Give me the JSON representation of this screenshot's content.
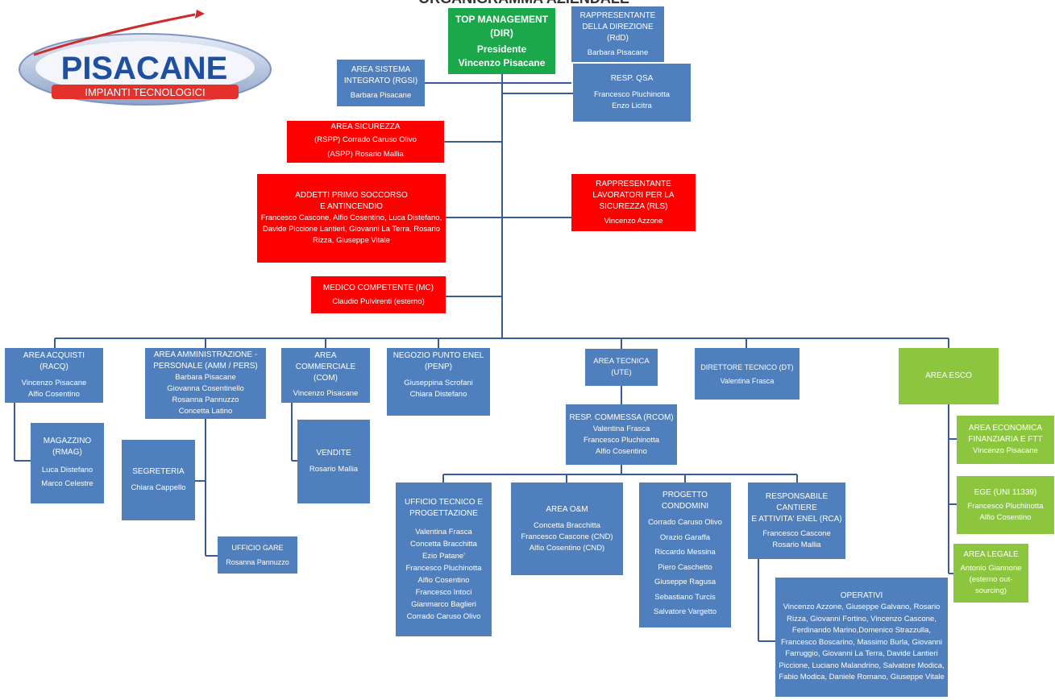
{
  "title": "ORGANIGRAMMA AZIENDALE",
  "logo": {
    "name": "PISACANE",
    "tagline": "IMPIANTI TECNOLOGICI",
    "colors": {
      "blue": "#1f4fa0",
      "red": "#e4312b",
      "ring": "#9aaecc"
    }
  },
  "colors": {
    "blue": "#4f7fbd",
    "red": "#ff0000",
    "green": "#1aa84a",
    "light_green": "#8cc63f",
    "line": "#3a5a9a"
  },
  "boxes": {
    "dir": {
      "title": "TOP MANAGEMENT\n(DIR)",
      "role": "Presidente",
      "people": "Vincenzo Pisacane"
    },
    "rdd": {
      "title": "RAPPRESENTANTE\nDELLA DIREZIONE\n(RdD)",
      "people": "Barbara Pisacane"
    },
    "rgsi": {
      "title": "AREA SISTEMA\nINTEGRATO (RGSI)",
      "people": "Barbara Pisacane"
    },
    "qsa": {
      "title": "RESP. QSA",
      "people": "Francesco Pluchinotta\nEnzo Licitra"
    },
    "sicurezza": {
      "title": "AREA SICUREZZA",
      "people": "(RSPP) Corrado Caruso Olivo\n(ASPP) Rosario Mallia"
    },
    "primo_soccorso": {
      "title": "ADDETTI PRIMO SOCCORSO\nE ANTINCENDIO",
      "people": "Francesco Cascone,  Alfio Cosentino, Luca Distefano,  Davide Piccione Lantieri, Giovanni La Terra, Rosario Rizza, Giuseppe Vitale"
    },
    "rls": {
      "title": "RAPPRESENTANTE\nLAVORATORI PER LA\nSICUREZZA (RLS)",
      "people": "Vincenzo Azzone"
    },
    "mc": {
      "title": "MEDICO COMPETENTE (MC)",
      "people": "Claudio Pulvirenti (esterno)"
    },
    "racq": {
      "title": "AREA ACQUISTI (RACQ)",
      "people": "Vincenzo Pisacane\nAlfio Cosentino"
    },
    "rmag": {
      "title": "MAGAZZINO\n(RMAG)",
      "people": "Luca Distefano\nMarco Celestre"
    },
    "amm": {
      "title": "AREA AMMINISTRAZIONE  -\nPERSONALE (AMM  / PERS)",
      "people": "Barbara Pisacane\nGiovanna Cosentinello\nRosanna Pannuzzo\nConcetta Latino"
    },
    "segreteria": {
      "title": "SEGRETERIA",
      "people": "Chiara Cappello"
    },
    "gare": {
      "title": "UFFICIO GARE",
      "people": "Rosanna Pannuzzo"
    },
    "com": {
      "title": "AREA COMMERCIALE\n(COM)",
      "people": "Vincenzo Pisacane"
    },
    "vendite": {
      "title": "VENDITE",
      "people": "Rosario Mallia"
    },
    "penp": {
      "title": "NEGOZIO PUNTO ENEL\n(PENP)",
      "people": "Giuseppina Scrofani\nChiara Distefano"
    },
    "ute": {
      "title": "AREA TECNICA\n(UTE)",
      "people": ""
    },
    "dt": {
      "title": "DIRETTORE TECNICO (DT)",
      "people": "Valentina Frasca"
    },
    "esco": {
      "title": "AREA ESCO",
      "people": ""
    },
    "rcom": {
      "title": "RESP. COMMESSA (RCOM)",
      "people": "Valentina Frasca\nFrancesco Pluchinotta\nAlfio Cosentino"
    },
    "utp": {
      "title": "UFFICIO TECNICO E\nPROGETTAZIONE",
      "people": "Valentina Frasca\nConcetta Bracchitta\nEzio Patane'\nFrancesco Pluchinotta\nAlfio Cosentino\nFrancesco Intoci\nGianmarco Baglieri\nCorrado Caruso Olivo"
    },
    "om": {
      "title": "AREA O&M",
      "people": "Concetta Bracchitta\nFrancesco Cascone (CND)\nAlfio Cosentino (CND)"
    },
    "condomini": {
      "title": "PROGETTO\nCONDOMINI",
      "people": "Corrado Caruso Olivo\nOrazio Garaffa\nRiccardo Messina\nPiero  Caschetto\nGiuseppe Ragusa\nSebastiano  Turcis\nSalvatore Vargetto"
    },
    "rca": {
      "title": "RESPONSABILE\nCANTIERE\nE ATTIVITA' ENEL (RCA)",
      "people": "Francesco Cascone\nRosario Mallia"
    },
    "operativi": {
      "title": "OPERATIVI",
      "people": "Vincenzo Azzone, Giuseppe Galvano, Rosario Rizza, Giovanni Fortino, Vincenzo Cascone, Ferdinando Marino,Domenico Strazzulla, Francesco Boscarino, Massimo Burla, Giovanni Farruggio, Giovanni La Terra, Davide Lantieri Piccione, Luciano Malandrino, Salvatore Modica, Fabio Modica, Daniele Romano, Giuseppe Vitale"
    },
    "eco_fin": {
      "title": "AREA ECONOMICA\nFINANZIARIA E FTT",
      "people": "Vincenzo Pisacane"
    },
    "ege": {
      "title": "EGE (UNI 11339)",
      "people": "Francesco Pluchinotta\nAlfio Cosentino"
    },
    "legale": {
      "title": "AREA LEGALE",
      "people": "Antonio Giannone\n(esterno out-\nsourcing)"
    }
  }
}
